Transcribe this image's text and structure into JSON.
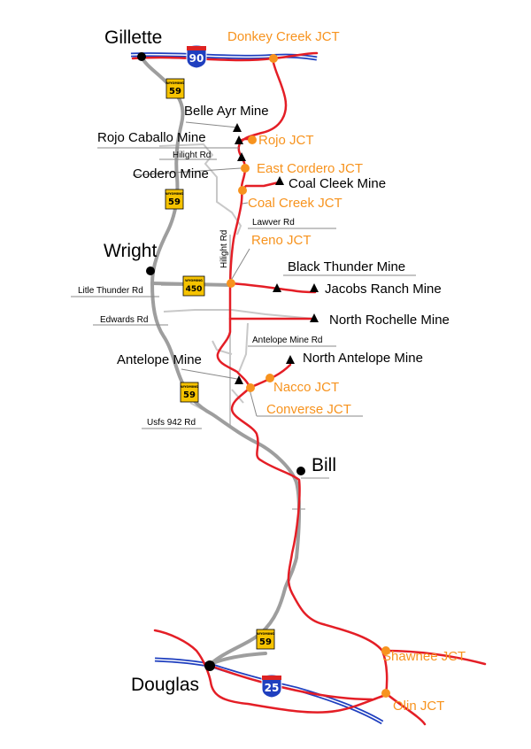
{
  "colors": {
    "rail": "#e41e26",
    "highway": "#9e9e9e",
    "local_road": "#c8c8c8",
    "interstate_blue": "#1f3fbf",
    "junction": "#f7931e",
    "city": "#000000",
    "mine": "#000000"
  },
  "cities": {
    "gillette": "Gillette",
    "wright": "Wright",
    "bill": "Bill",
    "douglas": "Douglas"
  },
  "junctions": {
    "donkey_creek": "Donkey Creek JCT",
    "rojo": "Rojo JCT",
    "east_cordero": "East Cordero JCT",
    "coal_creek": "Coal Creek JCT",
    "reno": "Reno JCT",
    "nacco": "Nacco JCT",
    "converse": "Converse JCT",
    "shawnee": "Shawnee JCT",
    "olin": "Olin JCT"
  },
  "mines": {
    "belle_ayr": "Belle Ayr Mine",
    "rojo_caballo": "Rojo Caballo Mine",
    "codero": "Codero Mine",
    "coal_cleek": "Coal Cleek Mine",
    "black_thunder": "Black Thunder Mine",
    "jacobs_ranch": "Jacobs Ranch Mine",
    "north_rochelle": "North Rochelle Mine",
    "antelope": "Antelope Mine",
    "north_antelope": "North Antelope Mine"
  },
  "roads": {
    "hilight_rd": "Hilight Rd",
    "lawver_rd": "Lawver Rd",
    "hilight_rd_vertical": "Hilight Rd",
    "litle_thunder_rd": "Litle Thunder Rd",
    "edwards_rd": "Edwards Rd",
    "antelope_mine_rd": "Antelope Mine Rd",
    "usfs_942_rd": "Usfs 942 Rd"
  },
  "shields": {
    "state_header": "WYOMING",
    "wy59": "59",
    "wy450": "450",
    "i90": "90",
    "i25": "25"
  }
}
